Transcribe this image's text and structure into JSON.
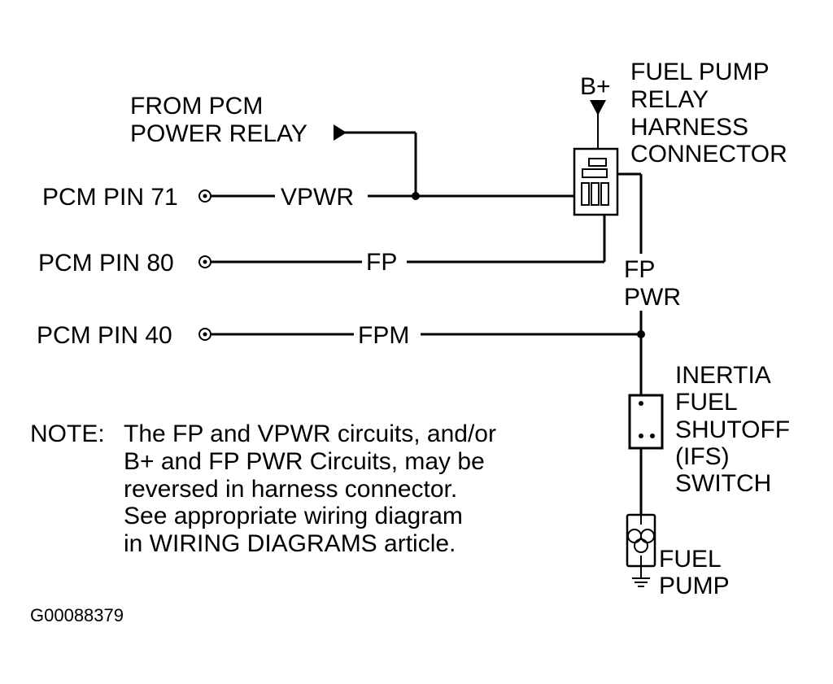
{
  "labels": {
    "from_pcm_line1": "FROM PCM",
    "from_pcm_line2": "POWER RELAY",
    "b_plus": "B+",
    "relay_line1": "FUEL PUMP",
    "relay_line2": "RELAY",
    "relay_line3": "HARNESS",
    "relay_line4": "CONNECTOR",
    "pin71": "PCM PIN 71",
    "pin80": "PCM PIN 80",
    "pin40": "PCM PIN 40",
    "vpwr": "VPWR",
    "fp": "FP",
    "fpm": "FPM",
    "fp_pwr_line1": "FP",
    "fp_pwr_line2": "PWR",
    "ifs_line1": "INERTIA",
    "ifs_line2": "FUEL",
    "ifs_line3": "SHUTOFF",
    "ifs_line4": "(IFS)",
    "ifs_line5": "SWITCH",
    "pump_line1": "FUEL",
    "pump_line2": "PUMP"
  },
  "note": {
    "prefix": "NOTE:",
    "line1": "The FP and VPWR circuits, and/or",
    "line2": "B+ and FP PWR Circuits, may be",
    "line3": "reversed in harness connector.",
    "line4": "See appropriate wiring diagram",
    "line5": "in WIRING DIAGRAMS article."
  },
  "figure_id": "G00088379"
}
